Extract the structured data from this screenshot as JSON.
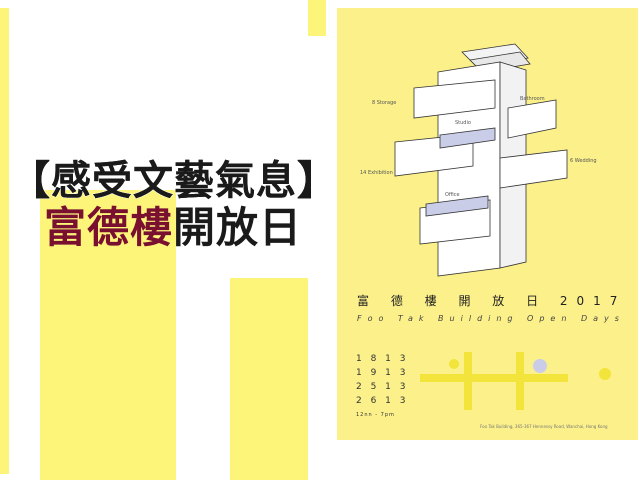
{
  "headline": {
    "line1": "【感受文藝氣息】",
    "line2_part1": "富德樓",
    "line2_part2": "開放日"
  },
  "poster": {
    "title": "富 德 樓 開 放 日 2017",
    "subtitle": "Foo Tak Building Open Days",
    "dates": [
      "1 8 1 3",
      "1 9 1 3",
      "2 5 1 3",
      "2 6 1 3"
    ],
    "time": "12nn - 7pm",
    "drawer_labels": [
      "8 Storage",
      "14 Exhibition",
      "Bathroom",
      "6 Wedding",
      "Studio",
      "Office"
    ],
    "footer": "Foo Tak Building, 365-367 Hennessy Road, Wanchai, Hong Kong"
  },
  "colors": {
    "accent_yellow": "#fdf57a",
    "poster_yellow": "#fbf08a",
    "headline_red": "#7a1030",
    "headline_dark": "#1a1a1a"
  }
}
